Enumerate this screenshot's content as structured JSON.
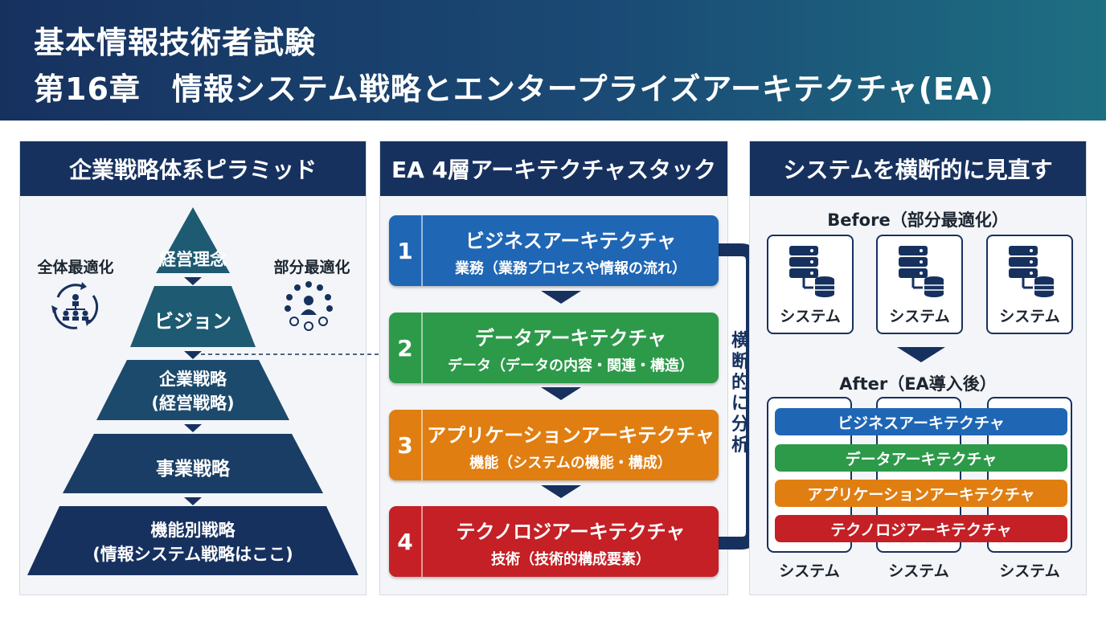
{
  "header": {
    "line1": "基本情報技術者試験",
    "line2": "第16章　情報システム戦略とエンタープライズアーキテクチャ(EA)"
  },
  "pyramid_panel": {
    "title": "企業戦略体系ピラミッド",
    "left_label": "全体最適化",
    "right_label": "部分最適化",
    "left_icon": "org-cycle-icon",
    "right_icon": "people-network-icon",
    "levels": [
      {
        "lines": [
          "経営理念"
        ]
      },
      {
        "lines": [
          "ビジョン"
        ]
      },
      {
        "lines": [
          "企業戦略",
          "(経営戦略)"
        ]
      },
      {
        "lines": [
          "事業戦略"
        ]
      },
      {
        "lines": [
          "機能別戦略",
          "(情報システム戦略はここ)"
        ]
      }
    ]
  },
  "ea_panel": {
    "title": "EA 4層アーキテクチャスタック",
    "layers": [
      {
        "num": "1",
        "title": "ビジネスアーキテクチャ",
        "sub": "業務（業務プロセスや情報の流れ）",
        "color": "#1f66b5"
      },
      {
        "num": "2",
        "title": "データアーキテクチャ",
        "sub": "データ（データの内容・関連・構造）",
        "color": "#2c9a49"
      },
      {
        "num": "3",
        "title": "アプリケーションアーキテクチャ",
        "sub": "機能（システムの機能・構成）",
        "color": "#e07e12"
      },
      {
        "num": "4",
        "title": "テクノロジアーキテクチャ",
        "sub": "技術（技術的構成要素）",
        "color": "#c42026"
      }
    ],
    "side_label": "横断的に分析"
  },
  "system_panel": {
    "title": "システムを横断的に見直す",
    "before_label": "Before（部分最適化）",
    "before_systems": [
      "システム",
      "システム",
      "システム"
    ],
    "system_icon": "server-database-icon",
    "after_label": "After（EA導入後）",
    "after_bars": [
      {
        "label": "ビジネスアーキテクチャ",
        "color": "#1f66b5"
      },
      {
        "label": "データアーキテクチャ",
        "color": "#2c9a49"
      },
      {
        "label": "アプリケーションアーキテクチャ",
        "color": "#e07e12"
      },
      {
        "label": "テクノロジアーキテクチャ",
        "color": "#c42026"
      }
    ],
    "after_systems": [
      "システム",
      "システム",
      "システム"
    ]
  },
  "colors": {
    "navy": "#17315f",
    "teal": "#1e5a72"
  }
}
